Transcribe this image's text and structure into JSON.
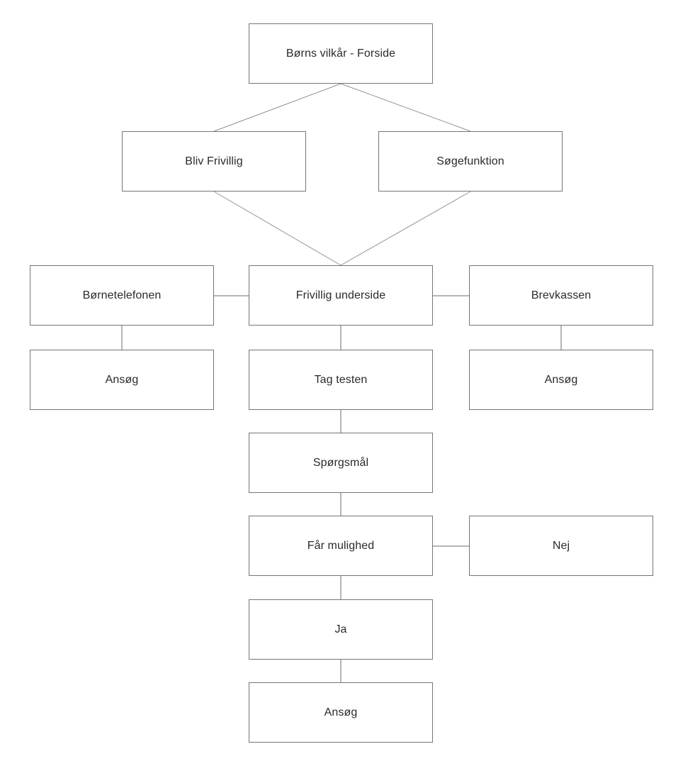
{
  "diagram": {
    "type": "flowchart-sitemap",
    "colors": {
      "background": "#ffffff",
      "node_fill": "#ffffff",
      "node_border": "#757575",
      "node_text": "#2a2a2a",
      "diagonal_line": "#909090",
      "connector_line": "#b5b5b5"
    },
    "nodes": {
      "forside": {
        "label": "Børns vilkår - Forside"
      },
      "bliv_frivillig": {
        "label": "Bliv Frivillig"
      },
      "soegefunktion": {
        "label": "Søgefunktion"
      },
      "boernetelefonen": {
        "label": "Børnetelefonen"
      },
      "frivillig_underside": {
        "label": "Frivillig underside"
      },
      "brevkassen": {
        "label": "Brevkassen"
      },
      "ansoeg_left": {
        "label": "Ansøg"
      },
      "tag_testen": {
        "label": "Tag testen"
      },
      "ansoeg_right": {
        "label": "Ansøg"
      },
      "spoergsmaal": {
        "label": "Spørgsmål"
      },
      "faar_mulighed": {
        "label": "Får mulighed"
      },
      "nej": {
        "label": "Nej"
      },
      "ja": {
        "label": "Ja"
      },
      "ansoeg_bottom": {
        "label": "Ansøg"
      }
    },
    "edges": [
      {
        "from": "forside",
        "to": "bliv_frivillig",
        "style": "diagonal"
      },
      {
        "from": "forside",
        "to": "soegefunktion",
        "style": "diagonal"
      },
      {
        "from": "bliv_frivillig",
        "to": "frivillig_underside",
        "style": "diagonal"
      },
      {
        "from": "soegefunktion",
        "to": "frivillig_underside",
        "style": "diagonal"
      },
      {
        "from": "boernetelefonen",
        "to": "frivillig_underside",
        "style": "straight-horizontal"
      },
      {
        "from": "frivillig_underside",
        "to": "brevkassen",
        "style": "straight-horizontal"
      },
      {
        "from": "boernetelefonen",
        "to": "ansoeg_left",
        "style": "straight-vertical"
      },
      {
        "from": "frivillig_underside",
        "to": "tag_testen",
        "style": "straight-vertical"
      },
      {
        "from": "brevkassen",
        "to": "ansoeg_right",
        "style": "straight-vertical"
      },
      {
        "from": "tag_testen",
        "to": "spoergsmaal",
        "style": "straight-vertical"
      },
      {
        "from": "spoergsmaal",
        "to": "faar_mulighed",
        "style": "straight-vertical"
      },
      {
        "from": "faar_mulighed",
        "to": "nej",
        "style": "straight-horizontal"
      },
      {
        "from": "faar_mulighed",
        "to": "ja",
        "style": "straight-vertical"
      },
      {
        "from": "ja",
        "to": "ansoeg_bottom",
        "style": "straight-vertical"
      }
    ]
  }
}
